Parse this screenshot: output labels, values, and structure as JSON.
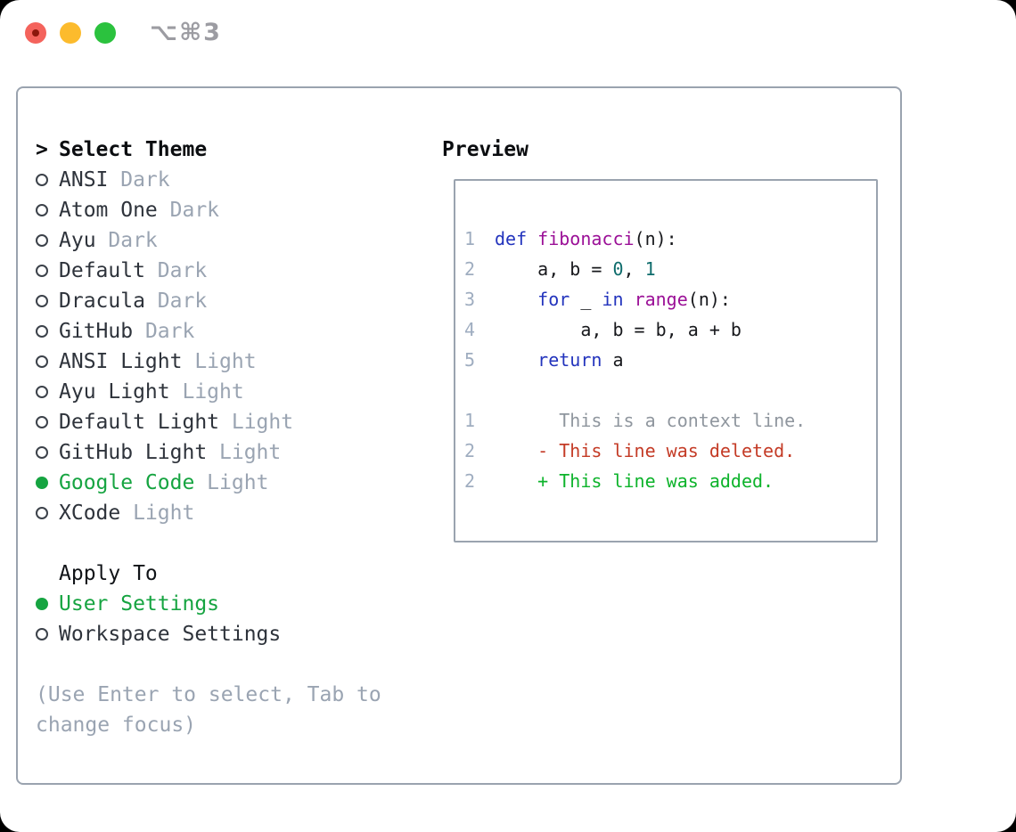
{
  "window": {
    "titlebar": {
      "shortcut": "⌥⌘3"
    }
  },
  "traffic": {
    "red": "#f4635c",
    "red_dot": "#8c170c",
    "yellow": "#fcbb2d",
    "green": "#2bc23e"
  },
  "colors": {
    "panel_border": "#9aa3af",
    "text": "#2e333b",
    "heading": "#0b0d10",
    "muted": "#9aa4b2",
    "selected_green": "#16a441",
    "line_number": "#9fadc0",
    "context": "#8f969e",
    "keyword": "#2334bd",
    "function": "#9b1097",
    "literal": "#0e6c6c",
    "plain": "#17181c",
    "deleted": "#c43b26",
    "added": "#0db32b",
    "titlebar_text": "#9c9ca2"
  },
  "theme_panel": {
    "header": {
      "prefix": ">",
      "label": "Select Theme"
    },
    "themes": [
      {
        "name": "ANSI",
        "tag": "Dark",
        "selected": false
      },
      {
        "name": "Atom One",
        "tag": "Dark",
        "selected": false
      },
      {
        "name": "Ayu",
        "tag": "Dark",
        "selected": false
      },
      {
        "name": "Default",
        "tag": "Dark",
        "selected": false
      },
      {
        "name": "Dracula",
        "tag": "Dark",
        "selected": false
      },
      {
        "name": "GitHub",
        "tag": "Dark",
        "selected": false
      },
      {
        "name": "ANSI Light",
        "tag": "Light",
        "selected": false
      },
      {
        "name": "Ayu Light",
        "tag": "Light",
        "selected": false
      },
      {
        "name": "Default Light",
        "tag": "Light",
        "selected": false
      },
      {
        "name": "GitHub Light",
        "tag": "Light",
        "selected": false
      },
      {
        "name": "Google Code",
        "tag": "Light",
        "selected": true
      },
      {
        "name": "XCode",
        "tag": "Light",
        "selected": false
      }
    ],
    "apply_to": {
      "label": "Apply To",
      "options": [
        {
          "name": "User Settings",
          "selected": true
        },
        {
          "name": "Workspace Settings",
          "selected": false
        }
      ]
    },
    "help_lines": [
      "(Use Enter to select, Tab to",
      "change focus)"
    ]
  },
  "preview": {
    "title": "Preview",
    "code_lines": [
      {
        "no": "1",
        "tokens": [
          {
            "t": "def ",
            "c": "kw"
          },
          {
            "t": "fibonacci",
            "c": "fn"
          },
          {
            "t": "(n):",
            "c": "pl"
          }
        ]
      },
      {
        "no": "2",
        "tokens": [
          {
            "t": "    a, b = ",
            "c": "pl"
          },
          {
            "t": "0",
            "c": "lit"
          },
          {
            "t": ", ",
            "c": "pl"
          },
          {
            "t": "1",
            "c": "lit"
          }
        ]
      },
      {
        "no": "3",
        "tokens": [
          {
            "t": "    ",
            "c": "pl"
          },
          {
            "t": "for",
            "c": "kw"
          },
          {
            "t": " _ ",
            "c": "pl"
          },
          {
            "t": "in",
            "c": "kw"
          },
          {
            "t": " ",
            "c": "pl"
          },
          {
            "t": "range",
            "c": "fn"
          },
          {
            "t": "(n):",
            "c": "pl"
          }
        ]
      },
      {
        "no": "4",
        "tokens": [
          {
            "t": "        a, b = b, a + b",
            "c": "pl"
          }
        ]
      },
      {
        "no": "5",
        "tokens": [
          {
            "t": "    ",
            "c": "pl"
          },
          {
            "t": "return",
            "c": "kw"
          },
          {
            "t": " a",
            "c": "pl"
          }
        ]
      }
    ],
    "diff_lines": [
      {
        "no": "1",
        "tokens": [
          {
            "t": "      This is a context line.",
            "c": "ctx"
          }
        ]
      },
      {
        "no": "2",
        "tokens": [
          {
            "t": "    - This line was deleted.",
            "c": "del"
          }
        ]
      },
      {
        "no": "2",
        "tokens": [
          {
            "t": "    + This line was added.",
            "c": "add"
          }
        ]
      }
    ]
  }
}
